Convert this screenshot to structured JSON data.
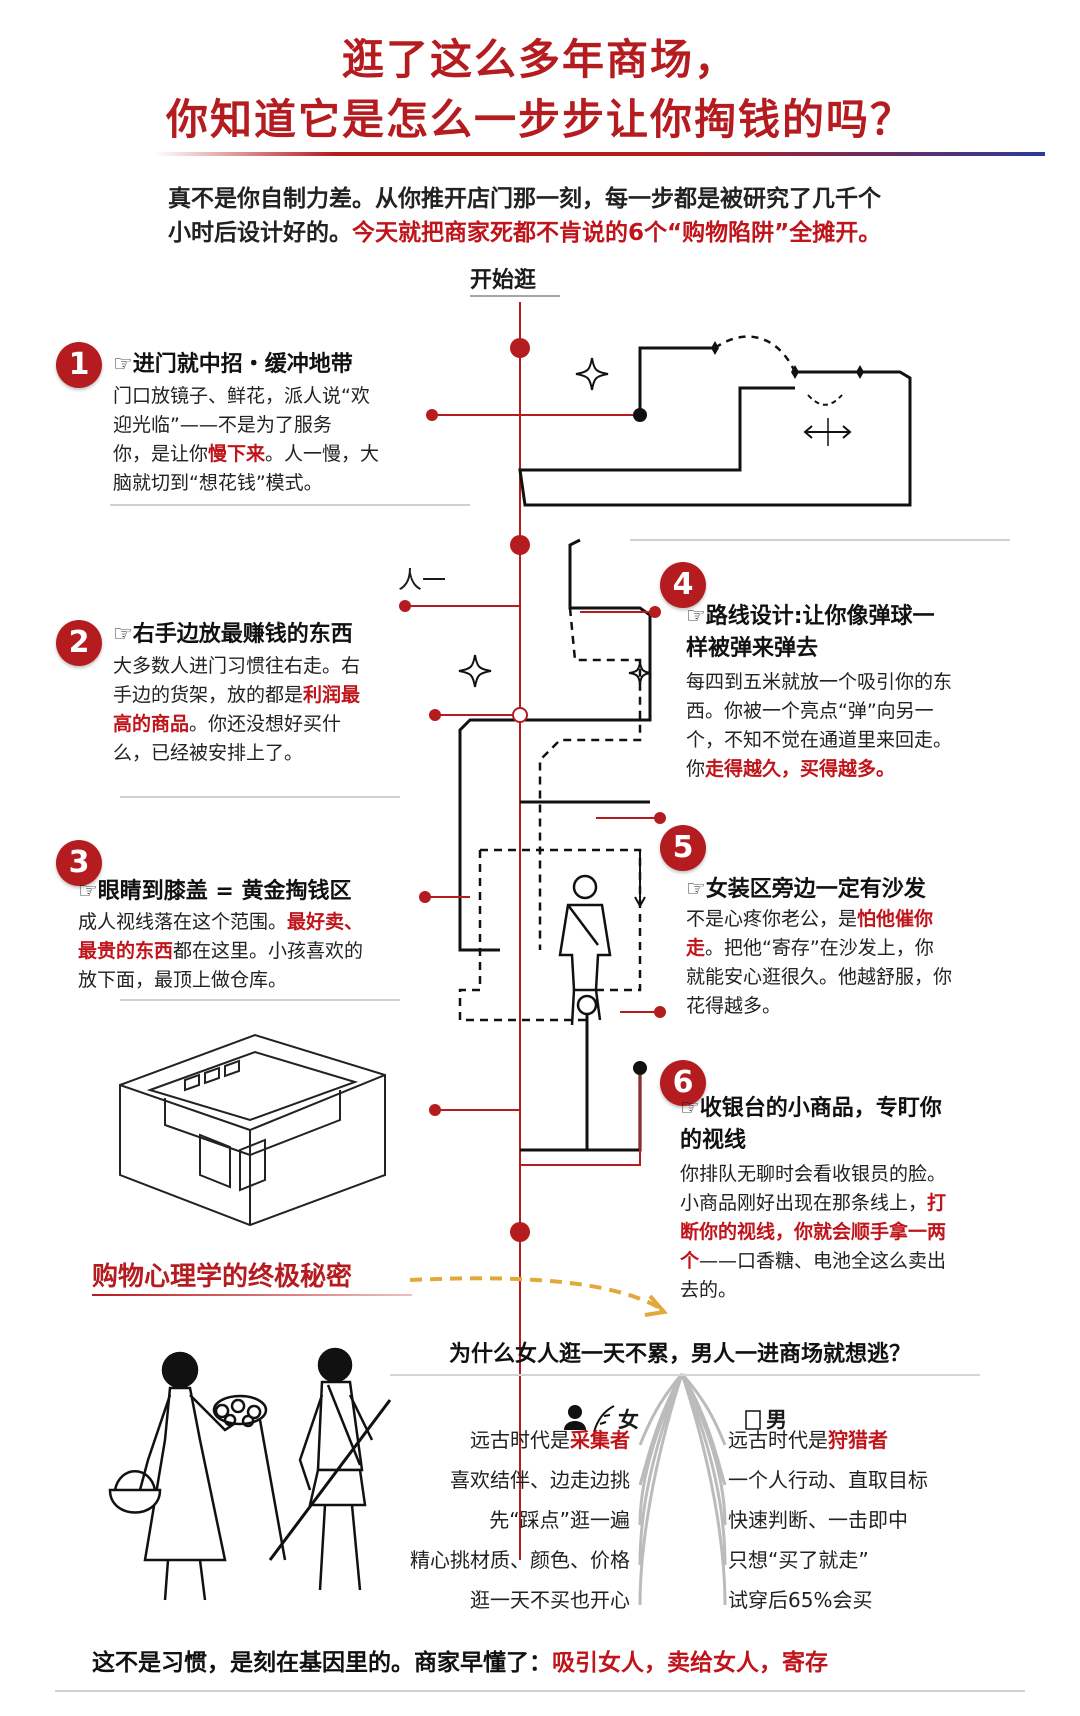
{
  "header": {
    "title_line1": "逛了这么多年商场，",
    "title_line2": "你知道它是怎么一步步让你掏钱的吗？",
    "intro_line1": "真不是你自制力差。从你推开店门那一刻，每一步都是被研究了几千个",
    "intro_line2_plain": "小时后设计好的。",
    "intro_line2_red": "今天就把商家死都不肯说的6个“购物陷阱”全摊开。"
  },
  "map": {
    "start_label": "开始逛",
    "person_label": "人一"
  },
  "sections": [
    {
      "number": "1",
      "title": "☞进门就中招・缓冲地带",
      "lines": [
        [
          {
            "t": "门口放镜子、鲜花，派人说“欢"
          }
        ],
        [
          {
            "t": "迎光临”——不是为了服务"
          }
        ],
        [
          {
            "t": "你，是让你"
          },
          {
            "t": "慢下来",
            "red": true
          },
          {
            "t": "。人一慢，大"
          }
        ],
        [
          {
            "t": "脑就切到“想花钱”模式。"
          }
        ]
      ]
    },
    {
      "number": "2",
      "title": "☞右手边放最赚钱的东西",
      "lines": [
        [
          {
            "t": "大多数人进门习惯往右走。右"
          }
        ],
        [
          {
            "t": "手边的货架，放的都是"
          },
          {
            "t": "利润最",
            "red": true
          }
        ],
        [
          {
            "t": "高的商品",
            "red": true
          },
          {
            "t": "。你还没想好买什"
          }
        ],
        [
          {
            "t": "么，已经被安排上了。"
          }
        ]
      ]
    },
    {
      "number": "3",
      "title": "☞眼睛到膝盖 = 黄金掏钱区",
      "lines": [
        [
          {
            "t": "成人视线落在这个范围。"
          },
          {
            "t": "最好卖、",
            "red": true
          }
        ],
        [
          {
            "t": "最贵的东西",
            "red": true
          },
          {
            "t": "都在这里。小孩喜欢的"
          }
        ],
        [
          {
            "t": "放下面，最顶上做仓库。"
          }
        ]
      ]
    },
    {
      "number": "4",
      "title_line1": "☞路线设计:让你像弹球一",
      "title_line2": "样被弹来弹去",
      "lines": [
        [
          {
            "t": "每四到五米就放一个吸引你的东"
          }
        ],
        [
          {
            "t": "西。你被一个亮点“弹”向另一"
          }
        ],
        [
          {
            "t": "个，不知不觉在通道里来回走。"
          }
        ],
        [
          {
            "t": "你"
          },
          {
            "t": "走得越久，买得越多。",
            "red": true
          }
        ]
      ]
    },
    {
      "number": "5",
      "title": "☞女装区旁边一定有沙发",
      "lines": [
        [
          {
            "t": "不是心疼你老公，是"
          },
          {
            "t": "怕他催你",
            "red": true
          }
        ],
        [
          {
            "t": "走",
            "red": true
          },
          {
            "t": "。把他“寄存”在沙发上，你"
          }
        ],
        [
          {
            "t": "就能安心逛很久。他越舒服，你"
          }
        ],
        [
          {
            "t": "花得越多。"
          }
        ]
      ]
    },
    {
      "number": "6",
      "title_line1": "☞收银台的小商品，专盯你",
      "title_line2": "的视线",
      "lines": [
        [
          {
            "t": "你排队无聊时会看收银员的脸。"
          }
        ],
        [
          {
            "t": "小商品刚好出现在那条线上，"
          },
          {
            "t": "打",
            "red": true
          }
        ],
        [
          {
            "t": "断你的视线，你就会顺手拿一两",
            "red": true
          }
        ],
        [
          {
            "t": "个",
            "red": true
          },
          {
            "t": "——口香糖、电池全这么卖出"
          }
        ],
        [
          {
            "t": "去的。"
          }
        ]
      ]
    }
  ],
  "psychology": {
    "secret_title": "购物心理学的终极秘密",
    "question": "为什么女人逛一天不累，男人一进商场就想逃？",
    "female_label": "女",
    "male_label": "男",
    "female_traits_prefix": "远古时代是",
    "female_traits_red": "采集者",
    "female_traits": [
      "喜欢结伴、边走边挑",
      "先“踩点”逛一遍",
      "精心挑材质、颜色、价格",
      "逛一天不买也开心"
    ],
    "male_traits_prefix": "远古时代是",
    "male_traits_red": "狩猎者",
    "male_traits": [
      "一个人行动、直取目标",
      "快速判断、一击即中",
      "只想“买了就走”",
      "试穿后65%会买"
    ]
  },
  "footer": {
    "plain": "这不是习惯，是刻在基因里的。商家早懂了：",
    "red": "吸引女人，卖给女人，寄存"
  },
  "colors": {
    "accent_red": "#b51c20",
    "highlight_red": "#c0141b",
    "blue": "#2a3b9a"
  }
}
